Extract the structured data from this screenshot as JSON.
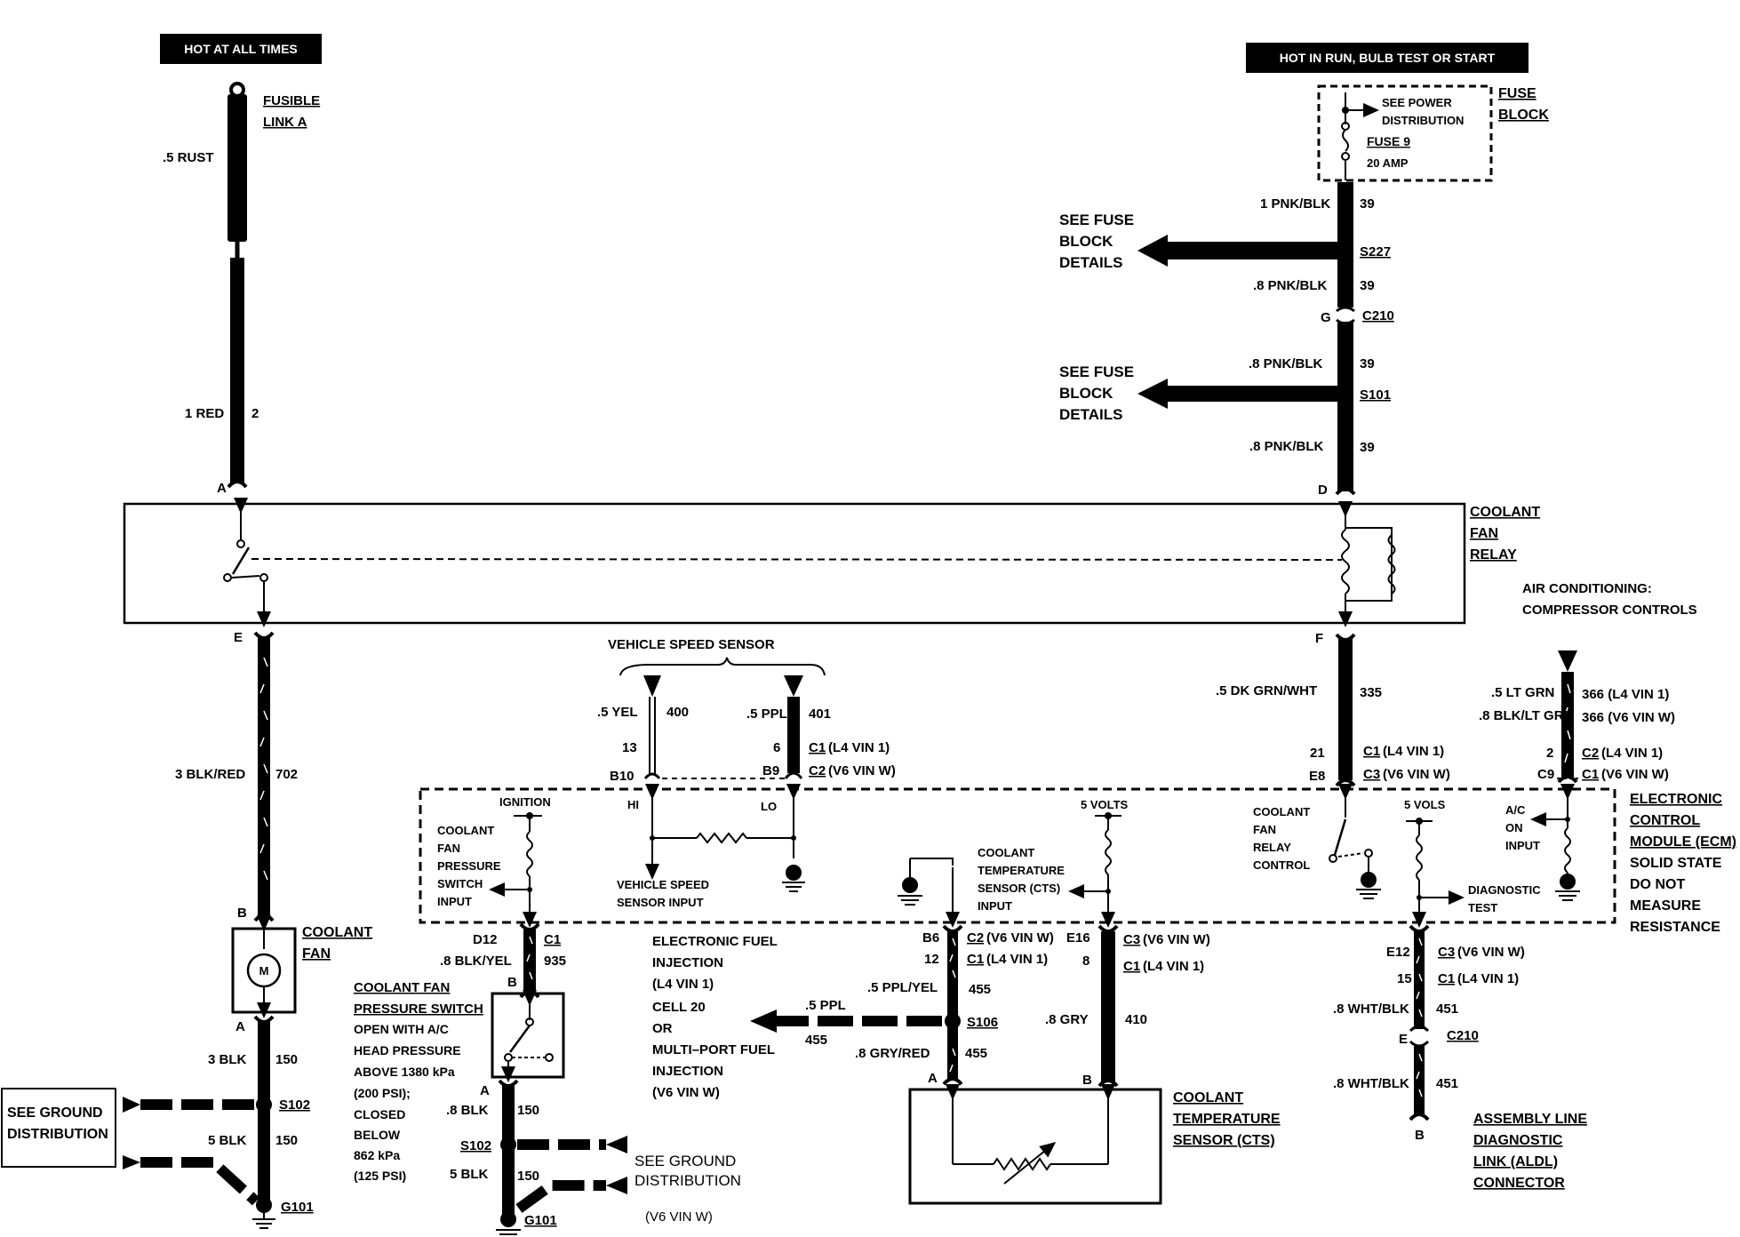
{
  "headers": {
    "hot_all_times": "HOT AT ALL TIMES",
    "hot_in_run": "HOT IN RUN, BULB TEST OR START"
  },
  "fuse_block": {
    "see_power": "SEE POWER",
    "distribution": "DISTRIBUTION",
    "fuse": "FUSE 9",
    "amp": "20 AMP",
    "label_1": "FUSE",
    "label_2": "BLOCK"
  },
  "fusible_link": {
    "line1": "FUSIBLE",
    "line2": "LINK A"
  },
  "wires": {
    "rust": ".5 RUST",
    "red": "1 RED",
    "red_num": "2",
    "pnk1": "1 PNK/BLK",
    "pnk1_num": "39",
    "pnk2": ".8 PNK/BLK",
    "pnk2_num": "39",
    "pnk3": ".8 PNK/BLK",
    "pnk3_num": "39",
    "pnk4": ".8 PNK/BLK",
    "pnk4_num": "39",
    "blkred": "3 BLK/RED",
    "blkred_num": "702",
    "dkgrn": ".5 DK GRN/WHT",
    "dkgrn_num": "335",
    "ltgrn": ".5 LT GRN",
    "ltgrn_num": "366 (L4 VIN 1)",
    "blkltgrn": ".8 BLK/LT GRN",
    "blkltgrn_num": "366 (V6 VIN W)",
    "yel": ".5 YEL",
    "yel_num": "400",
    "ppl": ".5 PPL",
    "ppl_num": "401",
    "blkyel": ".8 BLK/YEL",
    "blkyel_num": "935",
    "pplyel": ".5 PPL/YEL",
    "pplyel_num": "455",
    "ppl2": ".5 PPL",
    "ppl2_num": "455",
    "gryred": ".8 GRY/RED",
    "gryred_num": "455",
    "gry": ".8 GRY",
    "gry_num": "410",
    "whtblk1": ".8 WHT/BLK",
    "whtblk1_num": "451",
    "whtblk2": ".8 WHT/BLK",
    "whtblk2_num": "451",
    "blk3": "3 BLK",
    "blk3_num": "150",
    "blk5": "5 BLK",
    "blk5_num": "150",
    "blk8": ".8 BLK",
    "blk8_num": "150",
    "blk5b": "5 BLK",
    "blk5b_num": "150"
  },
  "splices": {
    "s227": "S227",
    "c210": "C210",
    "c210_pin": "G",
    "s101": "S101",
    "s102": "S102",
    "s102b": "S102",
    "s106": "S106",
    "g101": "G101",
    "g101b": "G101",
    "c210b": "C210",
    "c210b_pin": "E"
  },
  "see_fuse_1": [
    "SEE FUSE",
    "BLOCK",
    "DETAILS"
  ],
  "see_fuse_2": [
    "SEE FUSE",
    "BLOCK",
    "DETAILS"
  ],
  "relay": {
    "pin_a": "A",
    "pin_d": "D",
    "pin_e": "E",
    "pin_f": "F",
    "label": [
      "COOLANT",
      "FAN",
      "RELAY"
    ]
  },
  "ac_label": [
    "AIR CONDITIONING:",
    "COMPRESSOR CONTROLS"
  ],
  "vss": {
    "title": "VEHICLE SPEED SENSOR",
    "pin13": "13",
    "pin6": "6",
    "b10": "B10",
    "b9": "B9",
    "c1": "C1",
    "c1_note": "(L4 VIN 1)",
    "c2": "C2",
    "c2_note": "(V6 VIN W)"
  },
  "ecm_conn_top": {
    "p21": "21",
    "e8": "E8",
    "c1": "C1",
    "c1_note": "(L4 VIN 1)",
    "c3": "C3",
    "c3_note": "(V6 VIN W)",
    "p2": "2",
    "c9": "C9",
    "c2": "C2",
    "c2_note": "(L4 VIN 1)",
    "c1b": "C1",
    "c1b_note": "(V6 VIN W)"
  },
  "ecm": {
    "ignition": "IGNITION",
    "hi": "HI",
    "lo": "LO",
    "five_volts": "5 VOLTS",
    "five_vols": "5 VOLS",
    "cfps_input": [
      "COOLANT",
      "FAN",
      "PRESSURE",
      "SWITCH",
      "INPUT"
    ],
    "vss_input": [
      "VEHICLE SPEED",
      "SENSOR INPUT"
    ],
    "cts_input": [
      "COOLANT",
      "TEMPERATURE",
      "SENSOR (CTS)",
      "INPUT"
    ],
    "relay_control": [
      "COOLANT",
      "FAN",
      "RELAY",
      "CONTROL"
    ],
    "ac_on": [
      "A/C",
      "ON",
      "INPUT"
    ],
    "diag": [
      "DIAGNOSTIC",
      "TEST"
    ],
    "label": [
      "ELECTRONIC",
      "CONTROL",
      "MODULE (ECM)",
      "SOLID STATE",
      "DO NOT",
      "MEASURE",
      "RESISTANCE"
    ]
  },
  "ecm_conn_bottom": {
    "d12": "D12",
    "c1": "C1",
    "b6": "B6",
    "c2": "C2",
    "c2_note": "(V6 VIN W)",
    "e16": "E16",
    "c3": "C3",
    "c3_note": "(V6 VIN W)",
    "p12": "12",
    "c1b": "C1",
    "c1b_note": "(L4 VIN 1)",
    "p8": "8",
    "c1c": "C1",
    "c1c_note": "(L4 VIN 1)",
    "e12": "E12",
    "c3b": "C3",
    "c3b_note": "(V6 VIN W)",
    "p15": "15",
    "c1d": "C1",
    "c1d_note": "(L4 VIN 1)"
  },
  "coolant_fan": {
    "pin_b": "B",
    "pin_a": "A",
    "label": [
      "COOLANT",
      "FAN"
    ]
  },
  "cfps": {
    "pin_b": "B",
    "pin_a": "A",
    "label": [
      "COOLANT FAN",
      "PRESSURE SWITCH"
    ],
    "desc": [
      "OPEN WITH A/C",
      "HEAD PRESSURE",
      "ABOVE 1380 kPa",
      "(200 PSI);",
      "CLOSED",
      "BELOW",
      "862 kPa",
      "(125 PSI)"
    ]
  },
  "efi": [
    "ELECTRONIC FUEL",
    "INJECTION",
    "(L4 VIN 1)",
    "CELL 20",
    "OR",
    "MULTI–PORT FUEL",
    "INJECTION",
    "(V6 VIN W)"
  ],
  "cts": {
    "pin_a": "A",
    "pin_b": "B",
    "label": [
      "COOLANT",
      "TEMPERATURE",
      "SENSOR (CTS)"
    ]
  },
  "aldl": {
    "pin_b": "B",
    "label": [
      "ASSEMBLY LINE",
      "DIAGNOSTIC",
      "LINK (ALDL)",
      "CONNECTOR"
    ]
  },
  "ground_left": [
    "SEE GROUND",
    "DISTRIBUTION"
  ],
  "ground_right": [
    "SEE GROUND",
    "DISTRIBUTION",
    "(V6 VIN W)"
  ]
}
